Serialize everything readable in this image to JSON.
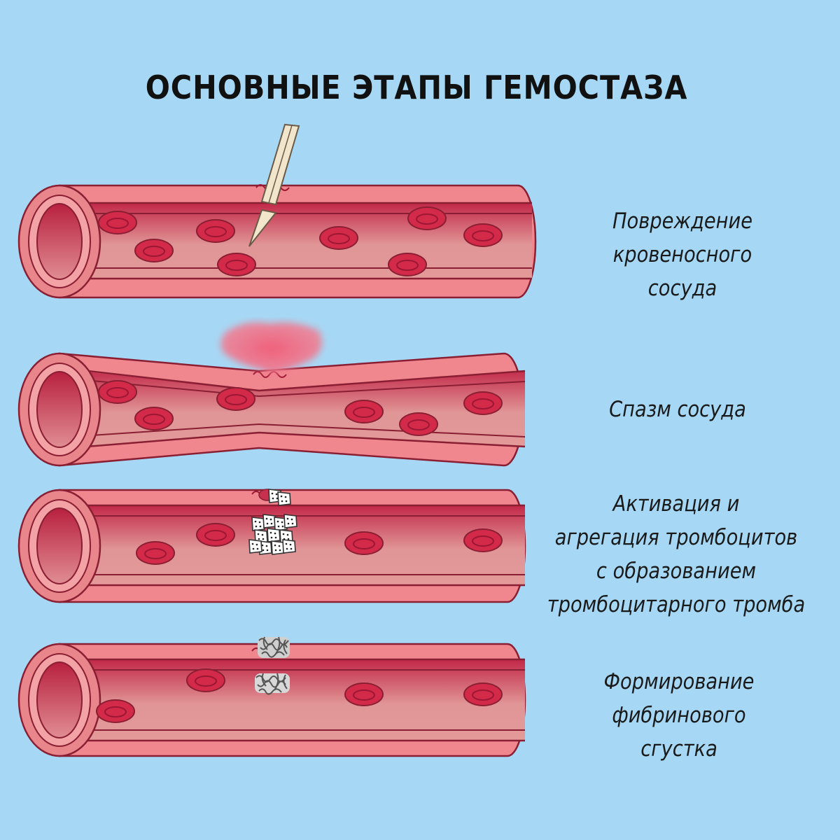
{
  "title": "ОСНОВНЫЕ ЭТАПЫ ГЕМОСТАЗА",
  "colors": {
    "background": "#a6d8f5",
    "vessel_wall": "#f0878f",
    "vessel_outline": "#8a1e32",
    "lumen_dark": "#c7304e",
    "lumen_light": "#e08c92",
    "erythrocyte": "#d32a4a",
    "platelet": "#ffffff",
    "fibrin": "#8c8c8c"
  },
  "stages": [
    {
      "lines": [
        "Повреждение",
        "кровеносного",
        "сосуда"
      ]
    },
    {
      "lines": [
        "Спазм сосуда"
      ]
    },
    {
      "lines": [
        "Активация и",
        "агрегация тромбоцитов",
        "с образованием",
        "тромбоцитарного тромба"
      ]
    },
    {
      "lines": [
        "Формирование",
        "фибринового",
        "сгустка"
      ]
    }
  ]
}
